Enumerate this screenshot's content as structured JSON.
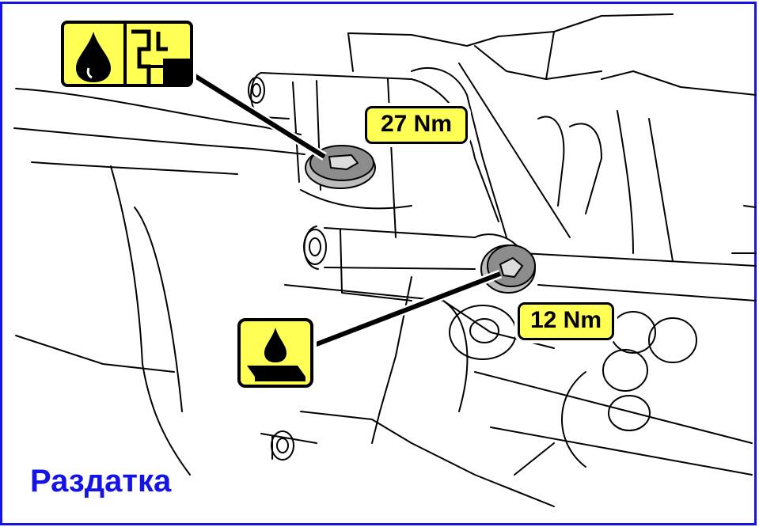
{
  "colors": {
    "frame": "#1414e8",
    "label_fill": "#ffff54",
    "caption": "#1414e8",
    "line": "#000000"
  },
  "callouts": [
    {
      "torque": "27 Nm",
      "icon": "oil-fill-sealant-icon"
    },
    {
      "torque": "12 Nm",
      "icon": "sealant-on-surface-icon"
    }
  ],
  "caption": "Раздатка"
}
